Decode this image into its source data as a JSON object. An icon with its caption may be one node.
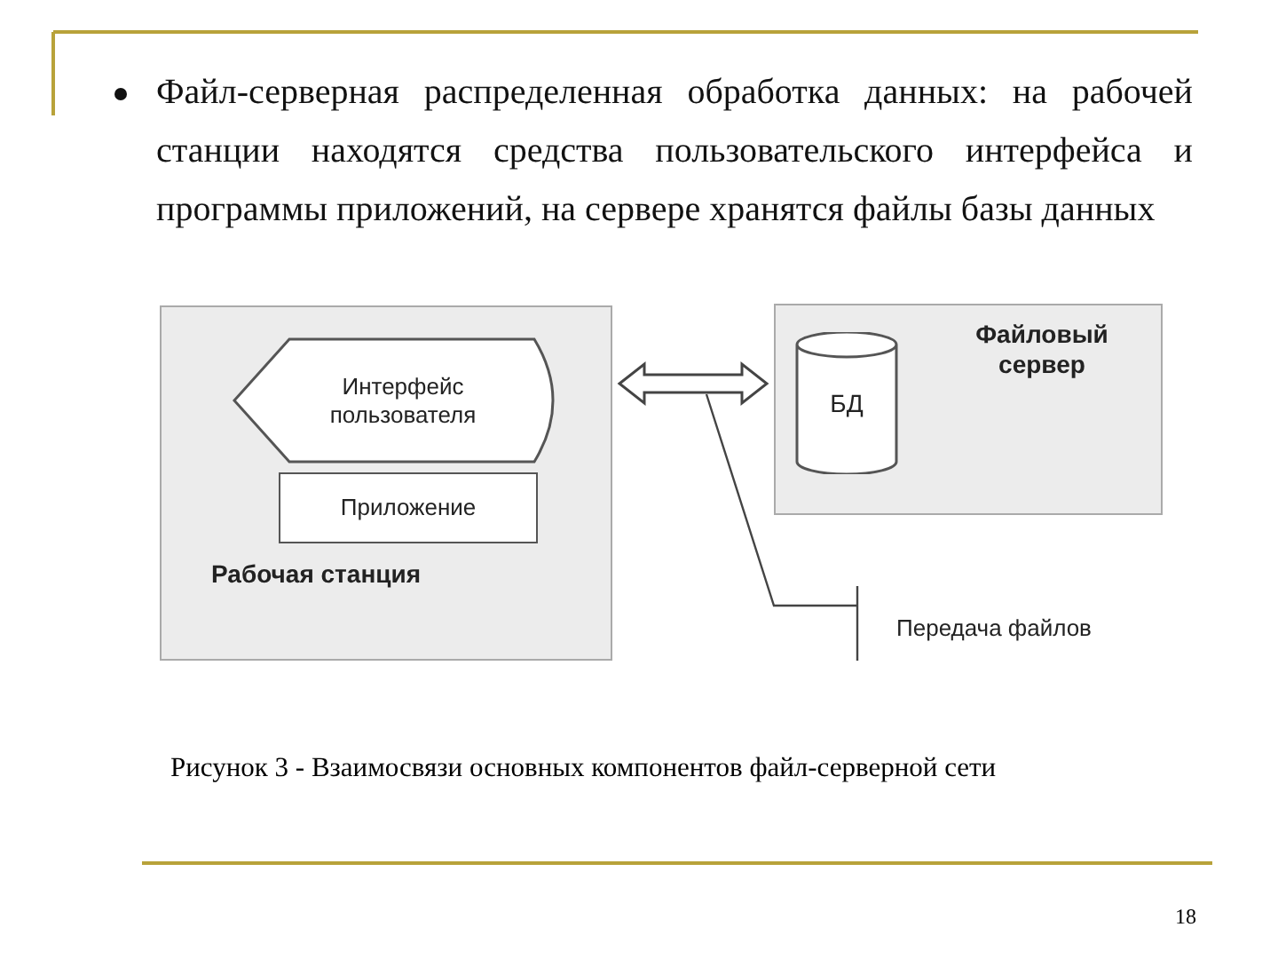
{
  "diagram": {
    "title": "Файл-серверная распределенная обработка данных: на рабочей станции находятся средства пользовательского интерфейса и программы приложений, на сервере хранятся файлы базы данных",
    "caption": "Рисунок 3 - Взаимосвязи основных компонентов файл-серверной сети",
    "nodes": [
      {
        "text": [
          "Рабочая станция"
        ]
      },
      {
        "text": [
          "Интерфейс пользователя"
        ],
        "in": 0
      },
      {
        "text": [
          "Приложение"
        ],
        "in": 0
      },
      {
        "text": [
          "Файловый сервер"
        ]
      },
      {
        "text": [
          "БД"
        ],
        "in": 3
      },
      {
        "text": [
          "Передача файлов"
        ]
      }
    ],
    "edges": [
      {
        "from": 0,
        "to": 3,
        "arrow": "both",
        "style": "thick"
      },
      {
        "from": 5,
        "to": null,
        "arrow": "none"
      }
    ],
    "labels": [
      "18"
    ]
  }
}
